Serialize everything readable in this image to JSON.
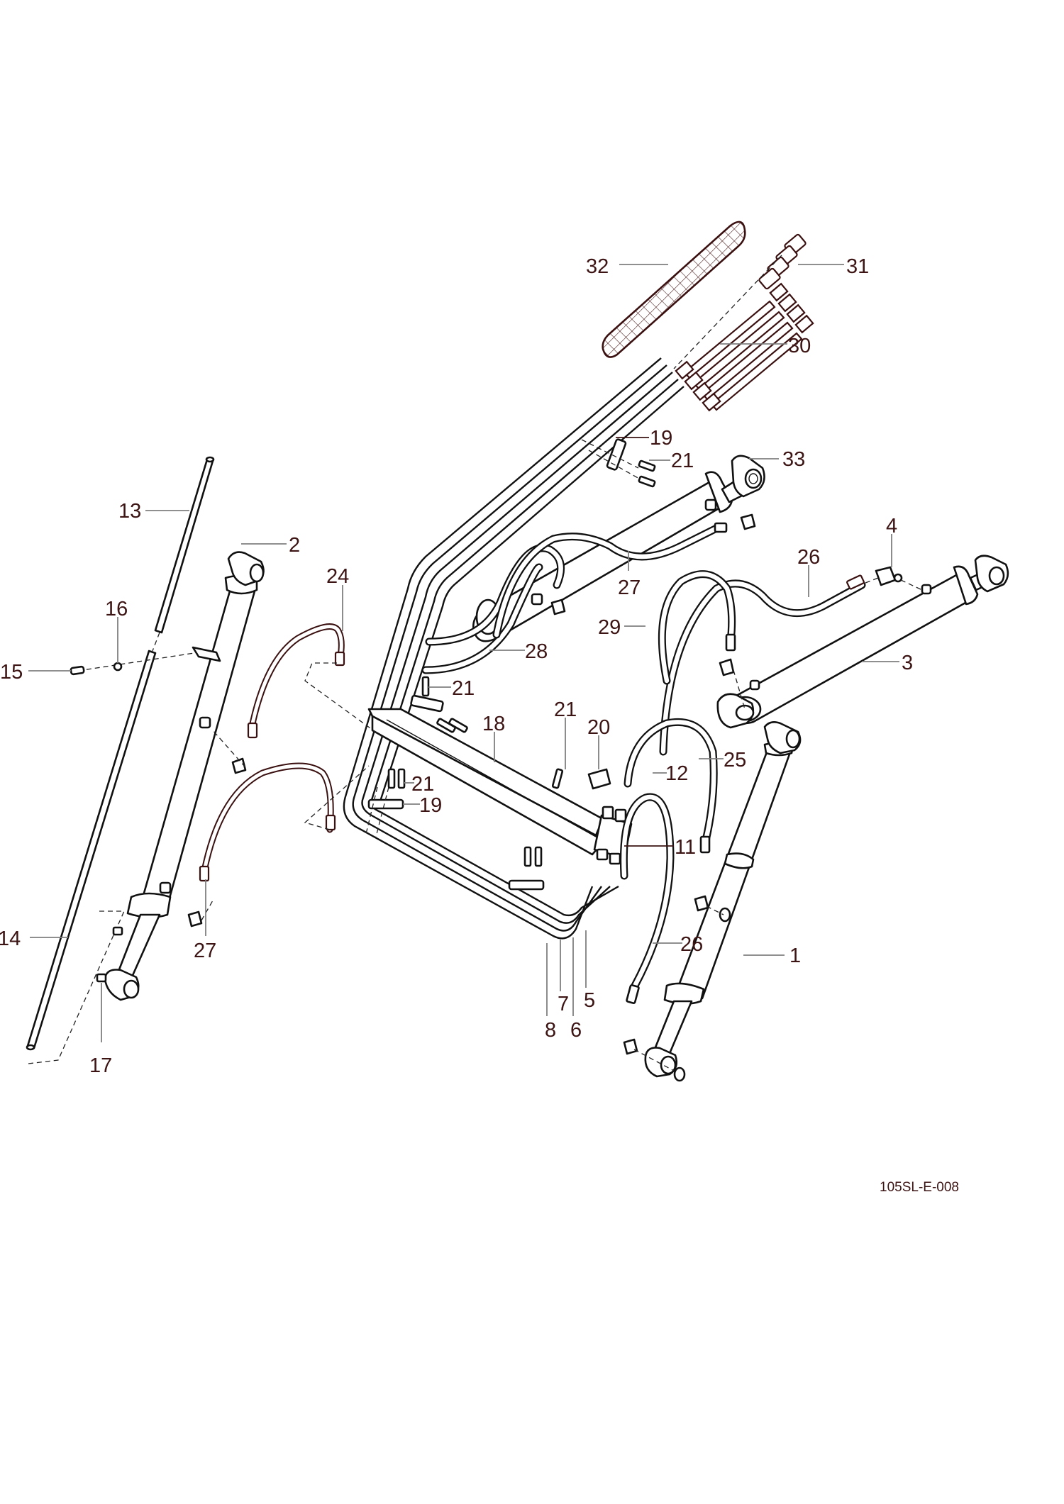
{
  "diagram": {
    "title": "Front loader hydraulic cylinders and hoses - exploded parts view",
    "drawing_code": "105SL-E-008",
    "callouts": [
      {
        "id": "c32",
        "label": "32",
        "part": "hose-sleeve"
      },
      {
        "id": "c31",
        "label": "31",
        "part": "quick-coupler"
      },
      {
        "id": "c30",
        "label": "30",
        "part": "hose-set"
      },
      {
        "id": "c19a",
        "label": "19",
        "part": "hose-clamp"
      },
      {
        "id": "c21a",
        "label": "21",
        "part": "bolt"
      },
      {
        "id": "c33",
        "label": "33",
        "part": "bucket-cylinder-left"
      },
      {
        "id": "c13",
        "label": "13",
        "part": "rod-upper"
      },
      {
        "id": "c2",
        "label": "2",
        "part": "lift-cylinder-left"
      },
      {
        "id": "c24",
        "label": "24",
        "part": "hose"
      },
      {
        "id": "c4",
        "label": "4",
        "part": "elbow-fitting"
      },
      {
        "id": "c26a",
        "label": "26",
        "part": "hose"
      },
      {
        "id": "c27a",
        "label": "27",
        "part": "hose"
      },
      {
        "id": "c16",
        "label": "16",
        "part": "washer"
      },
      {
        "id": "c29",
        "label": "29",
        "part": "hose"
      },
      {
        "id": "c28",
        "label": "28",
        "part": "hose"
      },
      {
        "id": "c3",
        "label": "3",
        "part": "bucket-cylinder-right"
      },
      {
        "id": "c15",
        "label": "15",
        "part": "screw"
      },
      {
        "id": "c21b",
        "label": "21",
        "part": "bolt"
      },
      {
        "id": "c18",
        "label": "18",
        "part": "mounting-plate"
      },
      {
        "id": "c21c",
        "label": "21",
        "part": "bolt"
      },
      {
        "id": "c20",
        "label": "20",
        "part": "clip"
      },
      {
        "id": "c25",
        "label": "25",
        "part": "hose"
      },
      {
        "id": "c12",
        "label": "12",
        "part": "fitting"
      },
      {
        "id": "c21d",
        "label": "21",
        "part": "bolt"
      },
      {
        "id": "c19b",
        "label": "19",
        "part": "hose-clamp"
      },
      {
        "id": "c11",
        "label": "11",
        "part": "valve-block"
      },
      {
        "id": "c26b",
        "label": "26",
        "part": "hose"
      },
      {
        "id": "c1",
        "label": "1",
        "part": "lift-cylinder-right"
      },
      {
        "id": "c14",
        "label": "14",
        "part": "rod-lower"
      },
      {
        "id": "c27b",
        "label": "27",
        "part": "hose"
      },
      {
        "id": "c7",
        "label": "7",
        "part": "steel-pipe"
      },
      {
        "id": "c5",
        "label": "5",
        "part": "steel-pipe"
      },
      {
        "id": "c8",
        "label": "8",
        "part": "steel-pipe"
      },
      {
        "id": "c6",
        "label": "6",
        "part": "steel-pipe"
      },
      {
        "id": "c17",
        "label": "17",
        "part": "nut"
      }
    ]
  }
}
